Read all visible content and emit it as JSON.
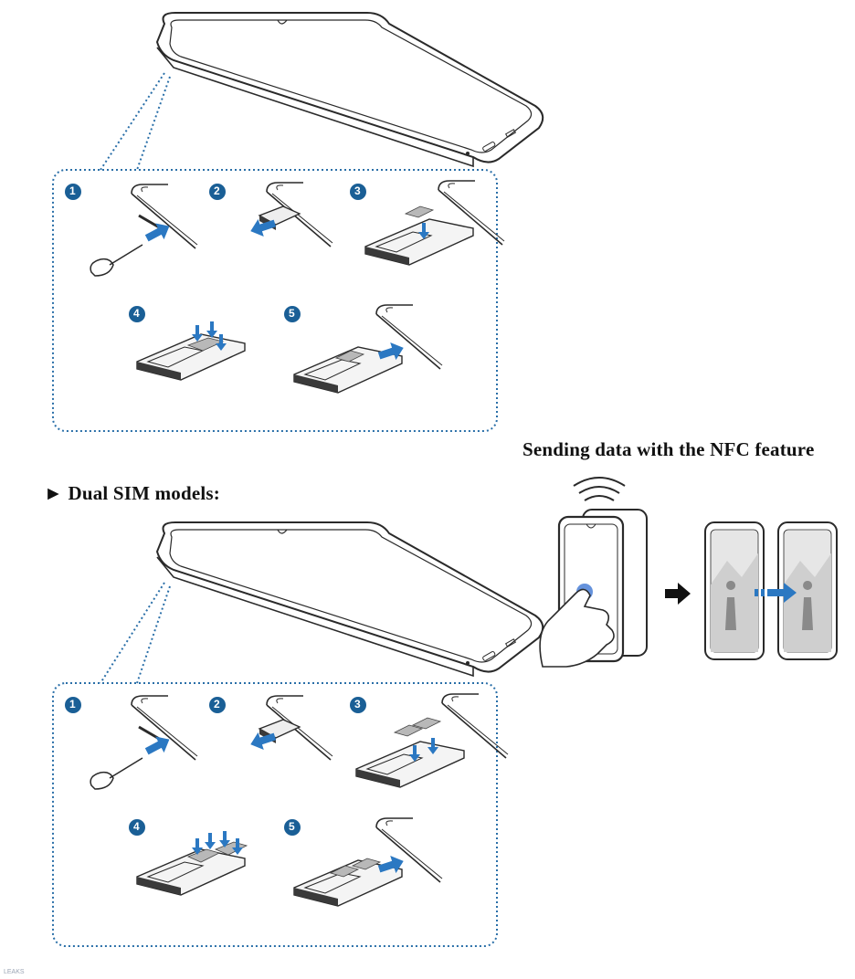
{
  "nfc_title": "Sending data with the NFC feature",
  "dual_sim": {
    "arrow": "►",
    "label": "Dual SIM models:"
  },
  "step_numbers": [
    "1",
    "2",
    "3",
    "4",
    "5"
  ],
  "watermark": "LEAKS",
  "colors": {
    "step_badge": "#1a5f96",
    "dotted_border": "#2a6fa8",
    "action_arrow": "#2b78c2",
    "device_outline": "#2a2a2a",
    "tray_fill": "#3a3a3a",
    "sim_card": "#b8b8b8",
    "touch_point": "#4a7fd6"
  },
  "icons": [
    "sim-eject-pin-icon",
    "push-arrow-icon",
    "pull-arrow-icon",
    "down-arrow-icon",
    "nfc-wave-icon",
    "right-arrow-icon"
  ]
}
